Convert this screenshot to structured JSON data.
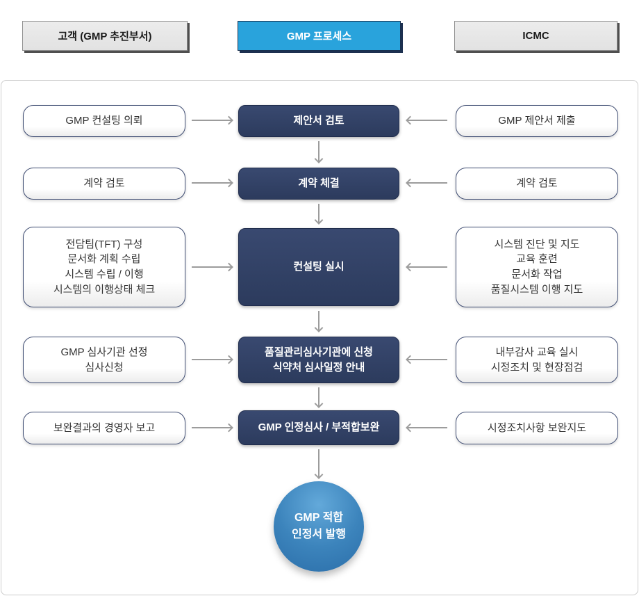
{
  "header": {
    "customer_label": "고객 (GMP 추진부서)",
    "process_label": "GMP 프로세스",
    "icmc_label": "ICMC"
  },
  "flow": {
    "rows": [
      {
        "customer": "GMP 컨설팅 의뢰",
        "process": "제안서 검토",
        "icmc": "GMP 제안서 제출"
      },
      {
        "customer": "계약 검토",
        "process": "계약 체결",
        "icmc": "계약 검토"
      },
      {
        "customer": "전담팀(TFT) 구성\n문서화 계획 수립\n시스템 수립 / 이행\n시스템의 이행상태 체크",
        "process": "컨설팅 실시",
        "icmc": "시스템 진단 및 지도\n교육 훈련\n문서화 작업\n품질시스템 이행 지도"
      },
      {
        "customer": "GMP 심사기관 선정\n심사신청",
        "process": "품질관리심사기관에 신청\n식약처 심사일정 안내",
        "icmc": "내부감사 교육 실시\n시정조치 및 현장점검"
      },
      {
        "customer": "보완결과의 경영자 보고",
        "process": "GMP 인정심사 / 부적합보완",
        "icmc": "시정조치사항 보완지도"
      }
    ],
    "final_label": "GMP 적합\n인정서 발행"
  },
  "colors": {
    "accent_blue": "#29a3dc",
    "navy": "#2e3d5e",
    "arrow_gray": "#9c9c9c",
    "container_border": "#cccccc"
  }
}
